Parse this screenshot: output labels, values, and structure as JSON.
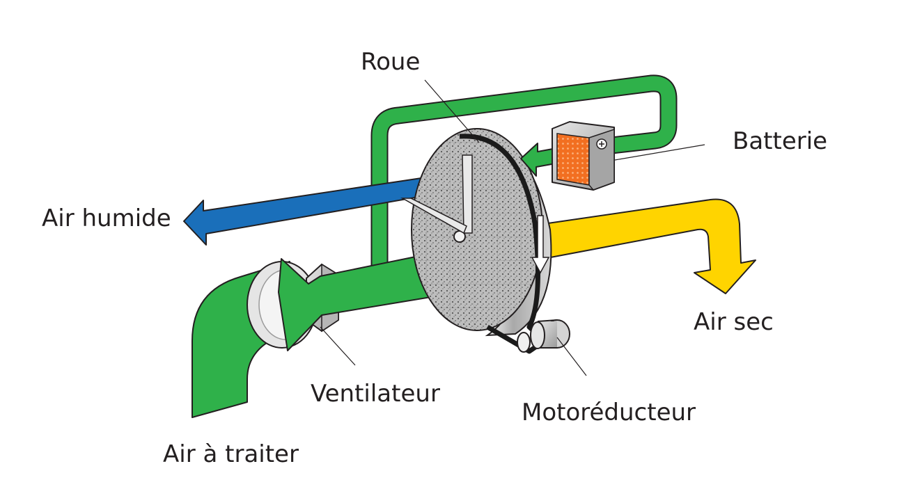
{
  "labels": {
    "roue": "Roue",
    "batterie": "Batterie",
    "air_humide": "Air humide",
    "air_sec": "Air sec",
    "ventilateur": "Ventilateur",
    "motoreducteur": "Motoréducteur",
    "air_a_traiter": "Air à traiter"
  },
  "colors": {
    "process_air": "#2fb14a",
    "humid_air": "#1a6fba",
    "dry_air": "#ffd400",
    "heater": "#f26f21",
    "belt": "#1a1a1a",
    "outline": "#231f20"
  }
}
